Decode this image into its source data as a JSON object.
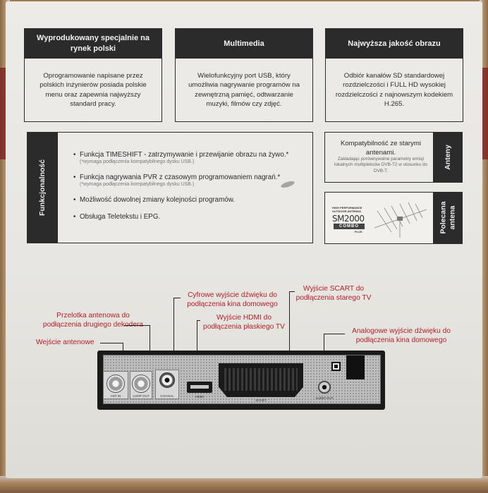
{
  "panels": {
    "polish_market": {
      "title": "Wyprodukowany specjalnie na rynek polski",
      "body": "Oprogramowanie napisane przez polskich inżynierów posiada polskie menu oraz zapewnia najwyższy standard pracy."
    },
    "multimedia": {
      "title": "Multimedia",
      "body": "Wielofunkcyjny port USB, który umożliwia nagrywanie programów na zewnętrzną pamięć, odtwarzanie muzyki, filmów czy zdjęć."
    },
    "image_quality": {
      "title": "Najwyższa jakość obrazu",
      "body": "Odbiór kanałów SD standardowej rozdzielczości i FULL HD wysokiej rozdzielczości z najnowszym kodekiem H.265."
    },
    "functionality": {
      "title": "Funkcjonalność",
      "features": [
        {
          "text": "Funkcja TIMESHIFT - zatrzymywanie i przewijanie obrazu na żywo.*",
          "note": "(*wymaga podłączenia kompatybilnego dysku USB.)"
        },
        {
          "text": "Funkcja nagrywania PVR z czasowym programowaniem nagrań.*",
          "note": "(*wymaga podłączenia kompatybilnego dysku USB.)"
        },
        {
          "text": "Możliwość dowolnej zmiany kolejności programów.",
          "note": ""
        },
        {
          "text": "Obsługa Teletekstu i EPG.",
          "note": ""
        }
      ]
    },
    "antennas": {
      "title": "Anteny",
      "heading": "Kompatybilność ze starymi antenami.",
      "note": "Zakładając porównywalne parametry emisji lokalnych multipleksów DVB-T2 w stosunku do DVB-T."
    },
    "recommended": {
      "title": "Polecana antena",
      "antenna_tagline": "HIGH PERFORMANCE OUTDOOR ANTENNA",
      "antenna_model": "SM2000",
      "antenna_combo": "COMBO",
      "antenna_plus": "PLUS"
    }
  },
  "callouts": {
    "scart": "Wyjście SCART do podłączenia starego TV",
    "digital_audio": "Cyfrowe wyjście dźwięku do podłączenia kina domowego",
    "antenna_passthrough": "Przelotka antenowa do podłączenia drugiego dekodera",
    "hdmi": "Wyjście HDMI do podłączenia płaskiego TV",
    "analog_audio": "Analogowe wyjście dźwięku do podłączenia kina domowego",
    "antenna_in": "Wejście antenowe"
  },
  "device": {
    "labels": {
      "ant_in": "ANT IN",
      "loop_out": "LOOP OUT",
      "coaxial": "COAXIAL",
      "hdmi": "HDMI",
      "scart": "SCART",
      "audio": "AUDIO OUT"
    }
  },
  "colors": {
    "accent": "#b3202a",
    "panel_header": "#2b2b2b",
    "box_background": "#e9e8e4"
  }
}
